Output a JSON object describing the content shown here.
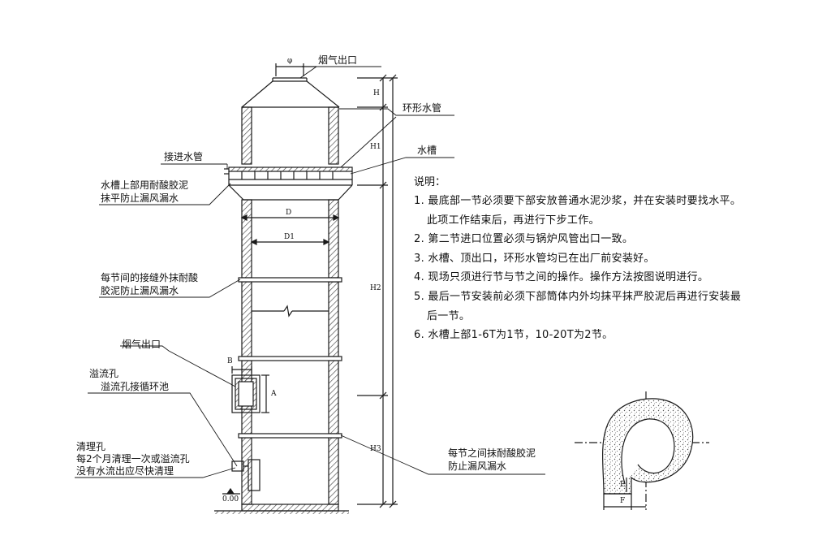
{
  "labels": {
    "flue_outlet_top": "烟气出口",
    "ring_pipe": "环形水管",
    "water_tank": "水槽",
    "water_inlet_pipe": "接进水管",
    "tank_seal_line1": "水槽上部用耐酸胶泥",
    "tank_seal_line2": "抹平防止漏风漏水",
    "joint_seal_line1": "每节间的接缝外抹耐酸",
    "joint_seal_line2": "胶泥防止漏风漏水",
    "flue_outlet_side": "烟气出口",
    "overflow_line1": "溢流孔",
    "overflow_line2": "溢流孔接循环池",
    "cleanout_line1": "清理孔",
    "cleanout_line2": "每2个月清理一次或溢流孔",
    "cleanout_line3": "没有水流出应尽快清理",
    "section_seal_line1": "每节之间抹耐酸胶泥",
    "section_seal_line2": "防止漏风漏水"
  },
  "dimensions": {
    "phi": "φ",
    "d": "D",
    "d1": "D1",
    "b": "B",
    "a": "A",
    "h": "H",
    "h1": "H1",
    "h2": "H2",
    "h3": "H3",
    "f": "F",
    "e": "E",
    "ground_level": "0.00"
  },
  "notes": {
    "title": "说明：",
    "items": [
      "1. 最底部一节必须要下部安放普通水泥沙浆，并在安装时要找水平。",
      "此项工作结束后，再进行下步工作。",
      "2. 第二节进口位置必须与锅炉风管出口一致。",
      "3. 水槽、顶出口，环形水管均已在出厂前安装好。",
      "4. 现场只须进行节与节之间的操作。操作方法按图说明进行。",
      "5. 最后一节安装前必须下部筒体内外均抹平抹严胶泥后再进行安装最",
      "后一节。",
      "6. 水槽上部1-6T为1节，10-20T为2节。"
    ]
  },
  "colors": {
    "line": "#1a1a1a",
    "hatch": "#555555",
    "background": "#ffffff"
  }
}
